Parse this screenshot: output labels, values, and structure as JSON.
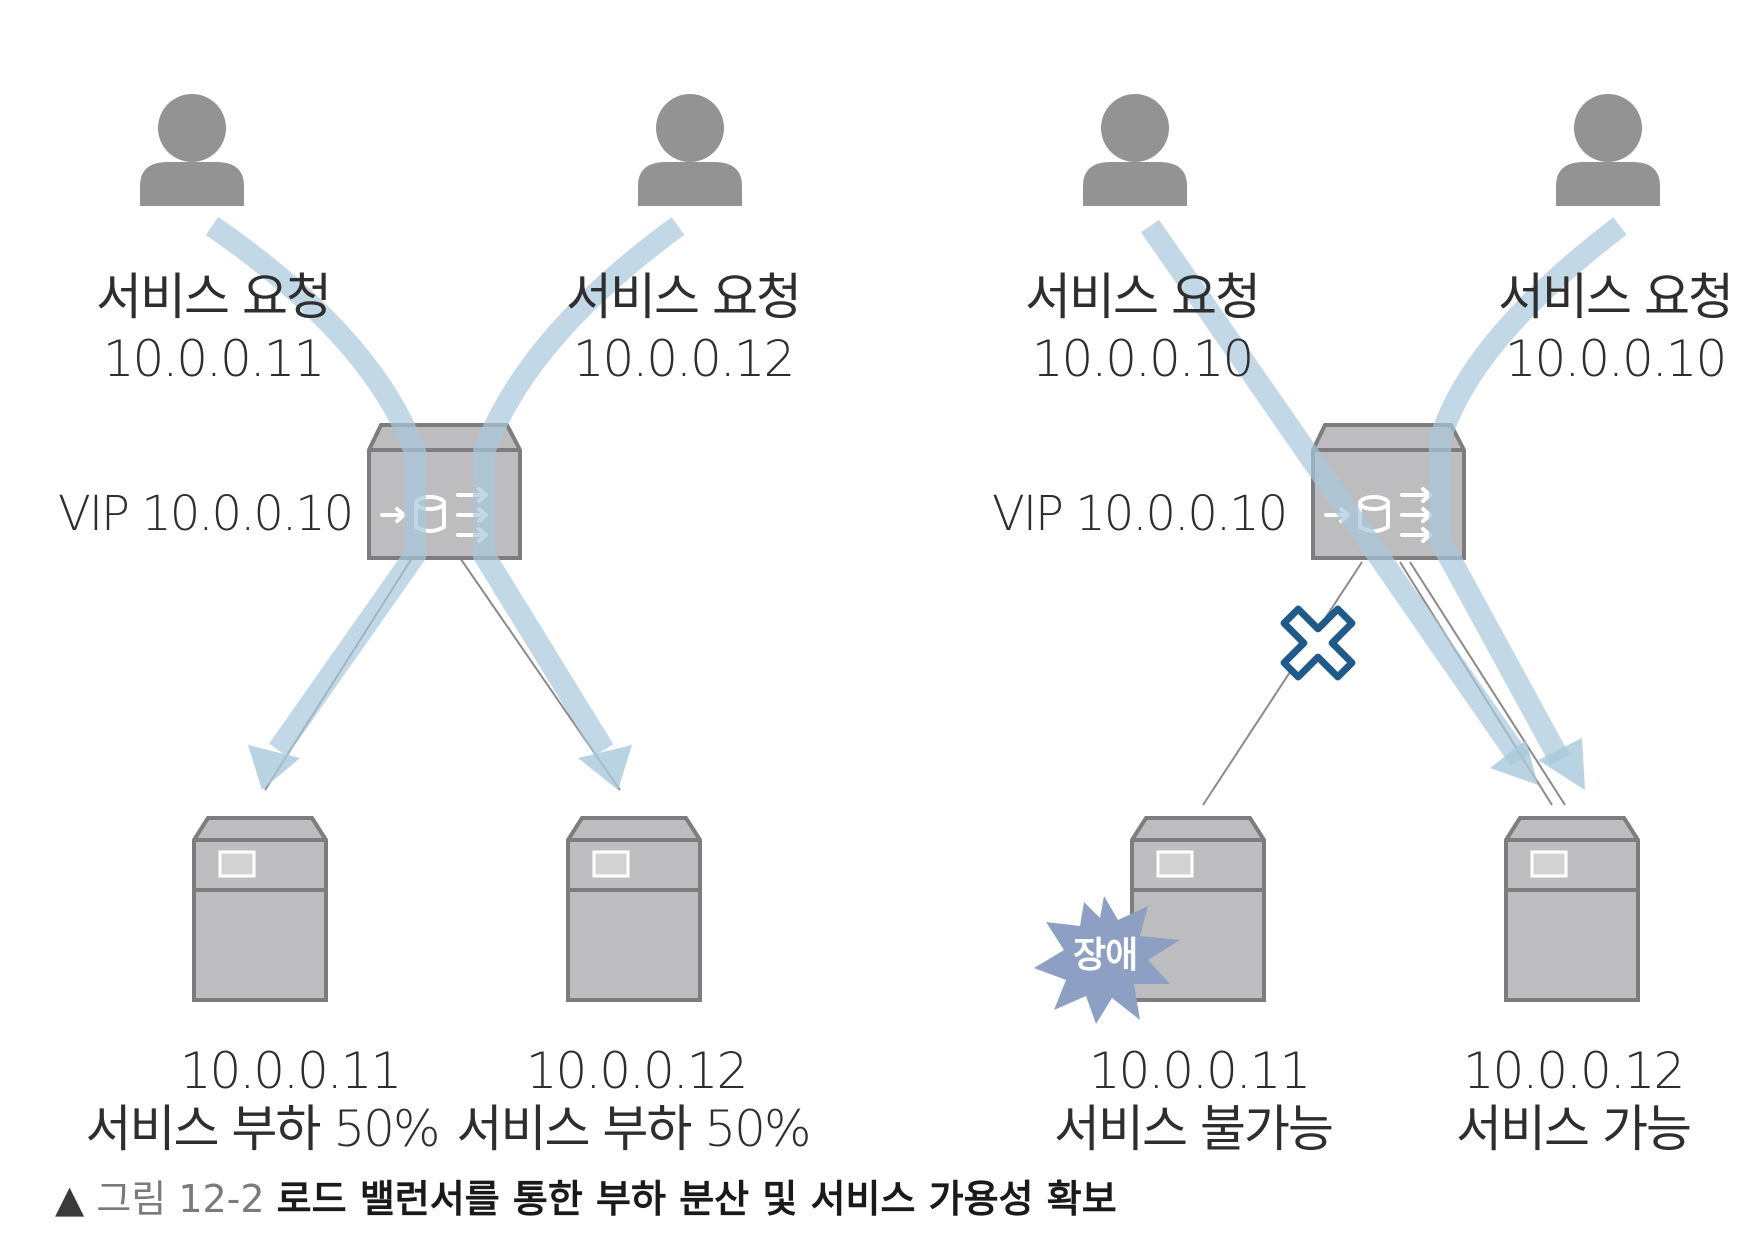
{
  "left": {
    "users": [
      {
        "request_label": "서비스 요청",
        "ip": "10.0.0.11"
      },
      {
        "request_label": "서비스 요청",
        "ip": "10.0.0.12"
      }
    ],
    "vip_label": "VIP 10.0.0.10",
    "servers": [
      {
        "ip": "10.0.0.11",
        "status": "서비스 부하 50%"
      },
      {
        "ip": "10.0.0.12",
        "status": "서비스 부하 50%"
      }
    ]
  },
  "right": {
    "users": [
      {
        "request_label": "서비스 요청",
        "ip": "10.0.0.10"
      },
      {
        "request_label": "서비스 요청",
        "ip": "10.0.0.10"
      }
    ],
    "vip_label": "VIP 10.0.0.10",
    "failure_badge": "장애",
    "servers": [
      {
        "ip": "10.0.0.11",
        "status": "서비스 불가능"
      },
      {
        "ip": "10.0.0.12",
        "status": "서비스 가능"
      }
    ]
  },
  "caption": {
    "marker": "▲",
    "figure_number": "그림 12-2",
    "text": "로드 밸런서를 통한 부하 분산 및 서비스 가용성 확보"
  },
  "colors": {
    "icon_gray": "#939393",
    "device_fill": "#bdbdbf",
    "device_stroke": "#7d7d7d",
    "flow_arrow": "#a9c8dc",
    "fail_x": "#1f5a8a",
    "burst_fill": "#8e9fc4",
    "text": "#2e2e2e"
  }
}
